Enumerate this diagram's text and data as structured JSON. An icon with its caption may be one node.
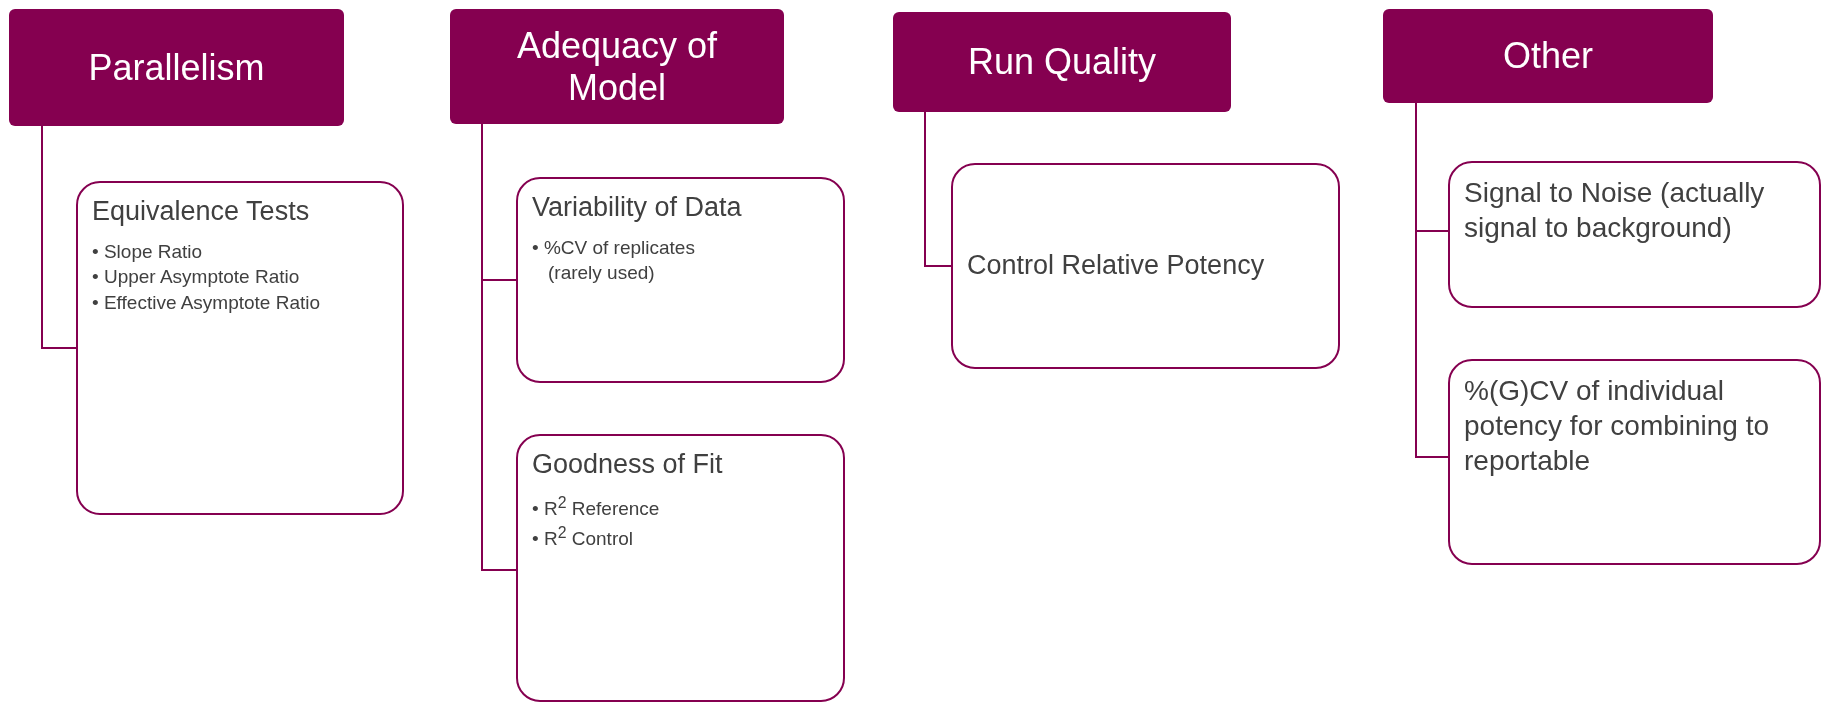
{
  "diagram": {
    "nodes": [
      {
        "text": [
          "Parallelism"
        ]
      },
      {
        "text": [
          "Equivalence Tests",
          "• Slope Ratio",
          "• Upper Asymptote Ratio",
          "• Effective Asymptote Ratio"
        ]
      },
      {
        "text": [
          "Adequacy of Model"
        ]
      },
      {
        "text": [
          "Variability of Data",
          "• %CV of replicates (rarely used)"
        ]
      },
      {
        "text": [
          "Goodness of Fit",
          "• R$^{2}$ Reference",
          "• R$^{2}$ Control"
        ]
      },
      {
        "text": [
          "Run Quality"
        ]
      },
      {
        "text": [
          "Control Relative Potency"
        ]
      },
      {
        "text": [
          "Other"
        ]
      },
      {
        "text": [
          "Signal to Noise (actually signal to background)"
        ]
      },
      {
        "text": [
          "%(G)CV of individual potency for combining to reportable"
        ]
      }
    ],
    "edges": [
      {
        "from": 0,
        "to": 1,
        "arrow": "none"
      },
      {
        "from": 2,
        "to": 3,
        "arrow": "none"
      },
      {
        "from": 2,
        "to": 4,
        "arrow": "none"
      },
      {
        "from": 5,
        "to": 6,
        "arrow": "none"
      },
      {
        "from": 7,
        "to": 8,
        "arrow": "none"
      },
      {
        "from": 7,
        "to": 9,
        "arrow": "none"
      }
    ]
  }
}
